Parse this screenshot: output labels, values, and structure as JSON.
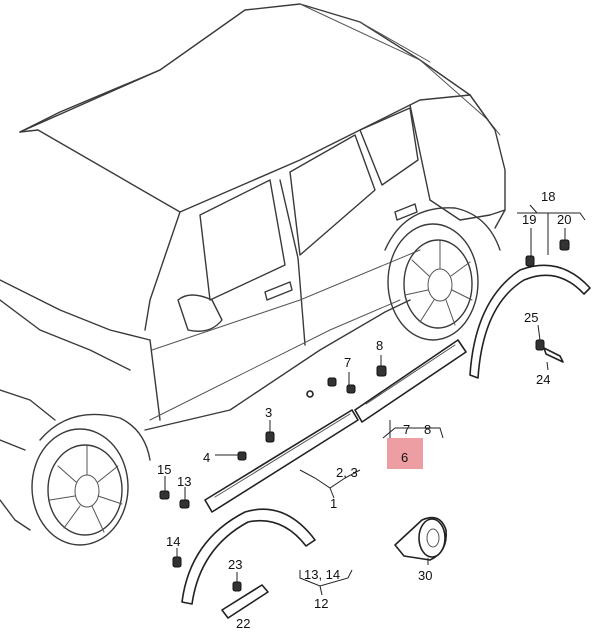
{
  "callouts": {
    "c18": "18",
    "c19": "19",
    "c20": "20",
    "c25": "25",
    "c24": "24",
    "c8": "8",
    "c7": "7",
    "c3": "3",
    "c4": "4",
    "c7b": "7",
    "c8b": "8",
    "c6": "6",
    "c15": "15",
    "c13": "13",
    "c23": "2, 3",
    "c1": "1",
    "c14": "14",
    "c23b": "23",
    "c22": "22",
    "c1314": "13, 14",
    "c12": "12",
    "c30": "30"
  },
  "colors": {
    "highlight": "#e98d93",
    "line": "#3a3a3a"
  }
}
